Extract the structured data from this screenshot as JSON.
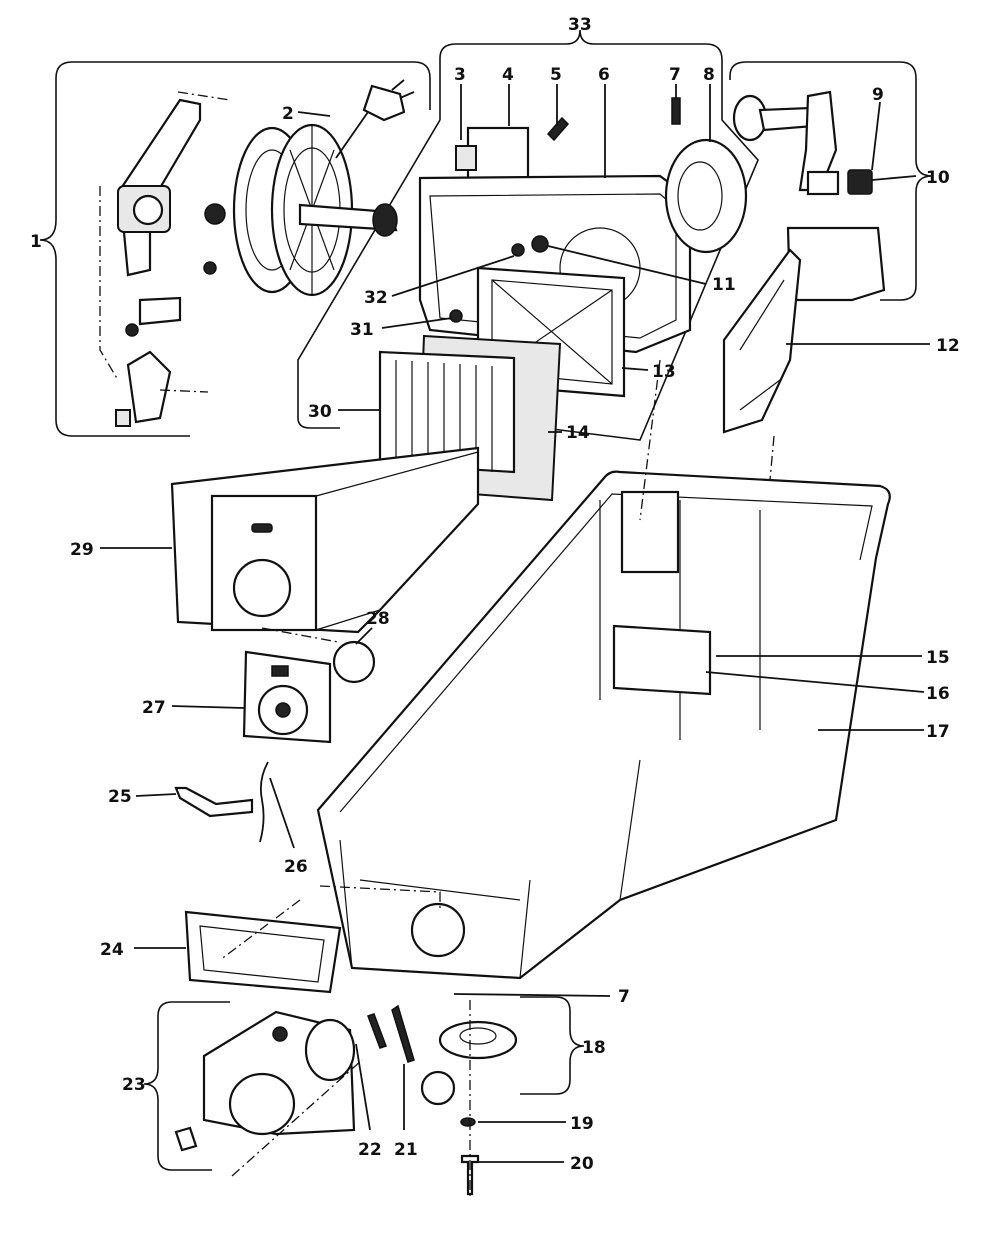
{
  "labels": {
    "l1": "1",
    "l2": "2",
    "l3": "3",
    "l4": "4",
    "l5": "5",
    "l6": "6",
    "l7": "7",
    "l7b": "7",
    "l8": "8",
    "l9": "9",
    "l10": "10",
    "l11": "11",
    "l12": "12",
    "l13": "13",
    "l14": "14",
    "l15": "15",
    "l16": "16",
    "l17": "17",
    "l18": "18",
    "l19": "19",
    "l20": "20",
    "l21": "21",
    "l22": "22",
    "l23": "23",
    "l24": "24",
    "l25": "25",
    "l26": "26",
    "l27": "27",
    "l28": "28",
    "l29": "29",
    "l30": "30",
    "l31": "31",
    "l32": "32",
    "l33": "33"
  }
}
